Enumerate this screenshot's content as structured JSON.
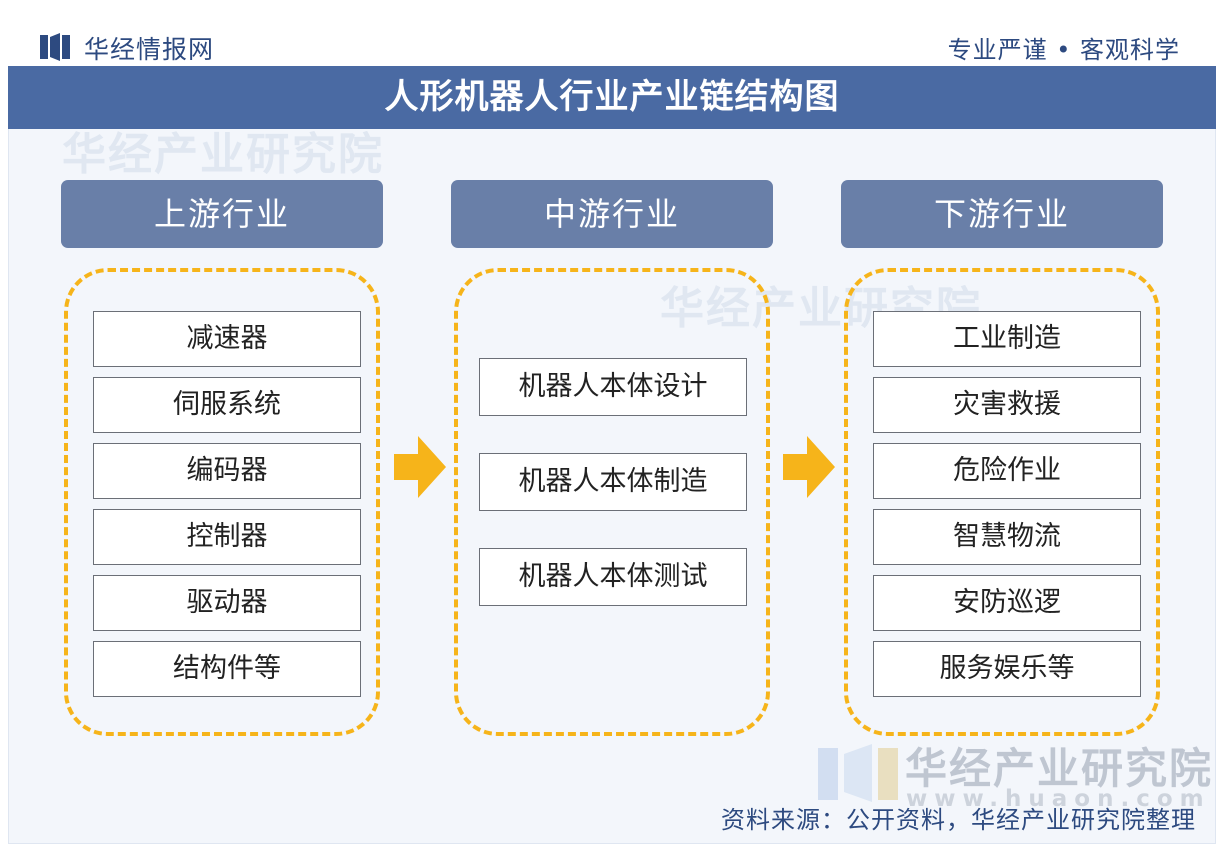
{
  "brand": {
    "name": "华经情报网",
    "tagline": "专业严谨 • 客观科学"
  },
  "title": "人形机器人行业产业链结构图",
  "columns": [
    {
      "header": "上游行业",
      "items": [
        "减速器",
        "伺服系统",
        "编码器",
        "控制器",
        "驱动器",
        "结构件等"
      ]
    },
    {
      "header": "中游行业",
      "items": [
        "机器人本体设计",
        "机器人本体制造",
        "机器人本体测试"
      ]
    },
    {
      "header": "下游行业",
      "items": [
        "工业制造",
        "灾害救援",
        "危险作业",
        "智慧物流",
        "安防巡逻",
        "服务娱乐等"
      ]
    }
  ],
  "watermark": {
    "name": "华经产业研究院",
    "url": "www.huaon.com"
  },
  "source": "资料来源：公开资料，华经产业研究院整理",
  "colors": {
    "title_band": "#4a6aa3",
    "column_header": "#697fa8",
    "dashed_border": "#f6b41a",
    "arrow": "#f6b41a",
    "brand_text": "#2d4a80"
  }
}
